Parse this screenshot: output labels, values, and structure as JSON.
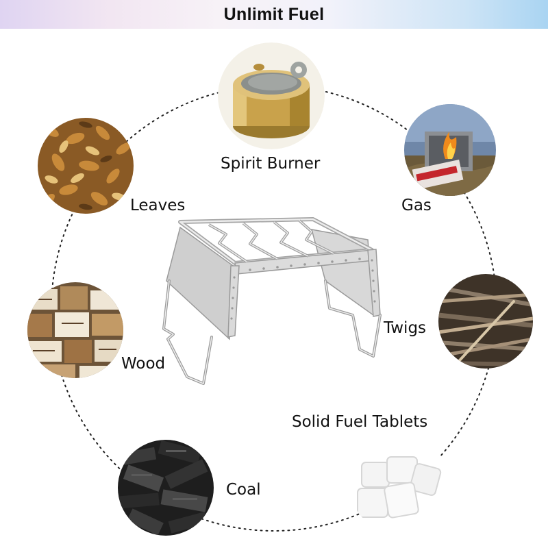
{
  "banner": {
    "title": "Unlimit Fuel"
  },
  "fuels": [
    {
      "label": "Spirit Burner",
      "icon": "spirit-burner-icon"
    },
    {
      "label": "Gas",
      "icon": "gas-stove-icon"
    },
    {
      "label": "Twigs",
      "icon": "twigs-icon"
    },
    {
      "label": "Solid Fuel Tablets",
      "icon": "solid-fuel-tablets-icon"
    },
    {
      "label": "Coal",
      "icon": "coal-icon"
    },
    {
      "label": "Wood",
      "icon": "firewood-icon"
    },
    {
      "label": "Leaves",
      "icon": "leaves-icon"
    }
  ],
  "product": {
    "icon": "folding-stove-stand-icon"
  },
  "colors": {
    "ring": "#222222",
    "brass": "#c9a24b",
    "steel": "#c8c8c8"
  }
}
